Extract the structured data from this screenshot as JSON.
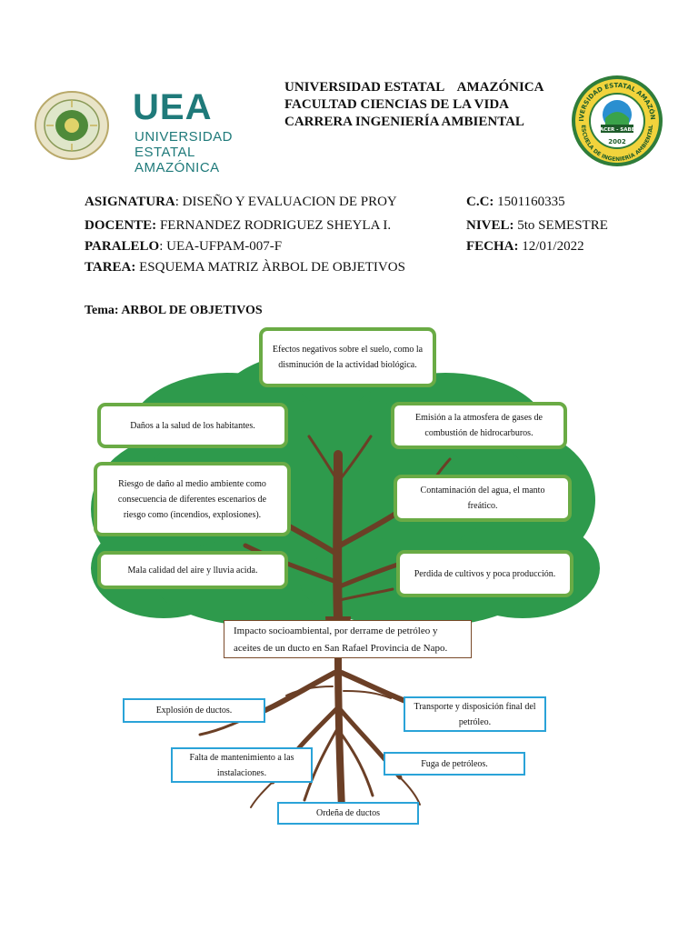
{
  "header": {
    "logo_text": "UEA",
    "logo_sub1": "UNIVERSIDAD",
    "logo_sub2": "ESTATAL AMAZÓNICA",
    "lines": [
      "UNIVERSIDAD ESTATAL    AMAZÓNICA",
      "FACULTAD CIENCIAS DE LA VIDA",
      "CARRERA INGENIERÍA AMBIENTAL"
    ],
    "right_seal": {
      "top_text": "UNIVERSIDAD ESTATAL AMAZÓNICA",
      "ribbon": "HACER - SABER",
      "year": "2002",
      "bottom_text": "ESCUELA DE INGENIERÍA AMBIENTAL"
    }
  },
  "info": {
    "asignatura_label": "ASIGNATURA",
    "asignatura_value": ": DISEÑO Y EVALUACION DE PROY",
    "cc_label": "C.C:",
    "cc_value": " 1501160335",
    "docente_label": "DOCENTE:",
    "docente_value": " FERNANDEZ RODRIGUEZ SHEYLA I.",
    "nivel_label": "NIVEL:",
    "nivel_value": " 5to SEMESTRE",
    "paralelo_label": "PARALELO",
    "paralelo_value": ": UEA-UFPAM-007-F",
    "fecha_label": "FECHA:",
    "fecha_value": " 12/01/2022",
    "tarea_label": "TAREA:",
    "tarea_value": " ESQUEMA MATRIZ ÀRBOL DE OBJETIVOS"
  },
  "tema": "Tema: ARBOL DE OBJETIVOS",
  "effects": {
    "top": "Efectos negativos sobre el suelo, como la disminución de la actividad biológica.",
    "left1": "Daños a la salud de los habitantes.",
    "right1": "Emisión a la atmosfera de gases de combustión de hidrocarburos.",
    "left2": "Riesgo de daño al medio ambiente como consecuencia de diferentes escenarios de riesgo como (incendios, explosiones).",
    "right2": "Contaminación del agua, el manto freático.",
    "left3": "Mala calidad del aire y lluvia acida.",
    "right3": "Perdida de cultivos y poca producción."
  },
  "problem": "Impacto socioambiental, por derrame de petróleo y aceites de un ducto en San Rafael Provincia de Napo.",
  "causes": {
    "c1": "Explosión de ductos.",
    "c2": "Transporte y disposición final del petróleo.",
    "c3": "Falta de mantenimiento a las instalaciones.",
    "c4": "Fuga de petróleos.",
    "c5": "Ordeña de ductos"
  },
  "colors": {
    "foliage": "#2e9a4c",
    "trunk": "#6b3f26",
    "effect_border": "#6aab45",
    "cause_border": "#2aa3d8",
    "logo": "#1f7a7a"
  }
}
